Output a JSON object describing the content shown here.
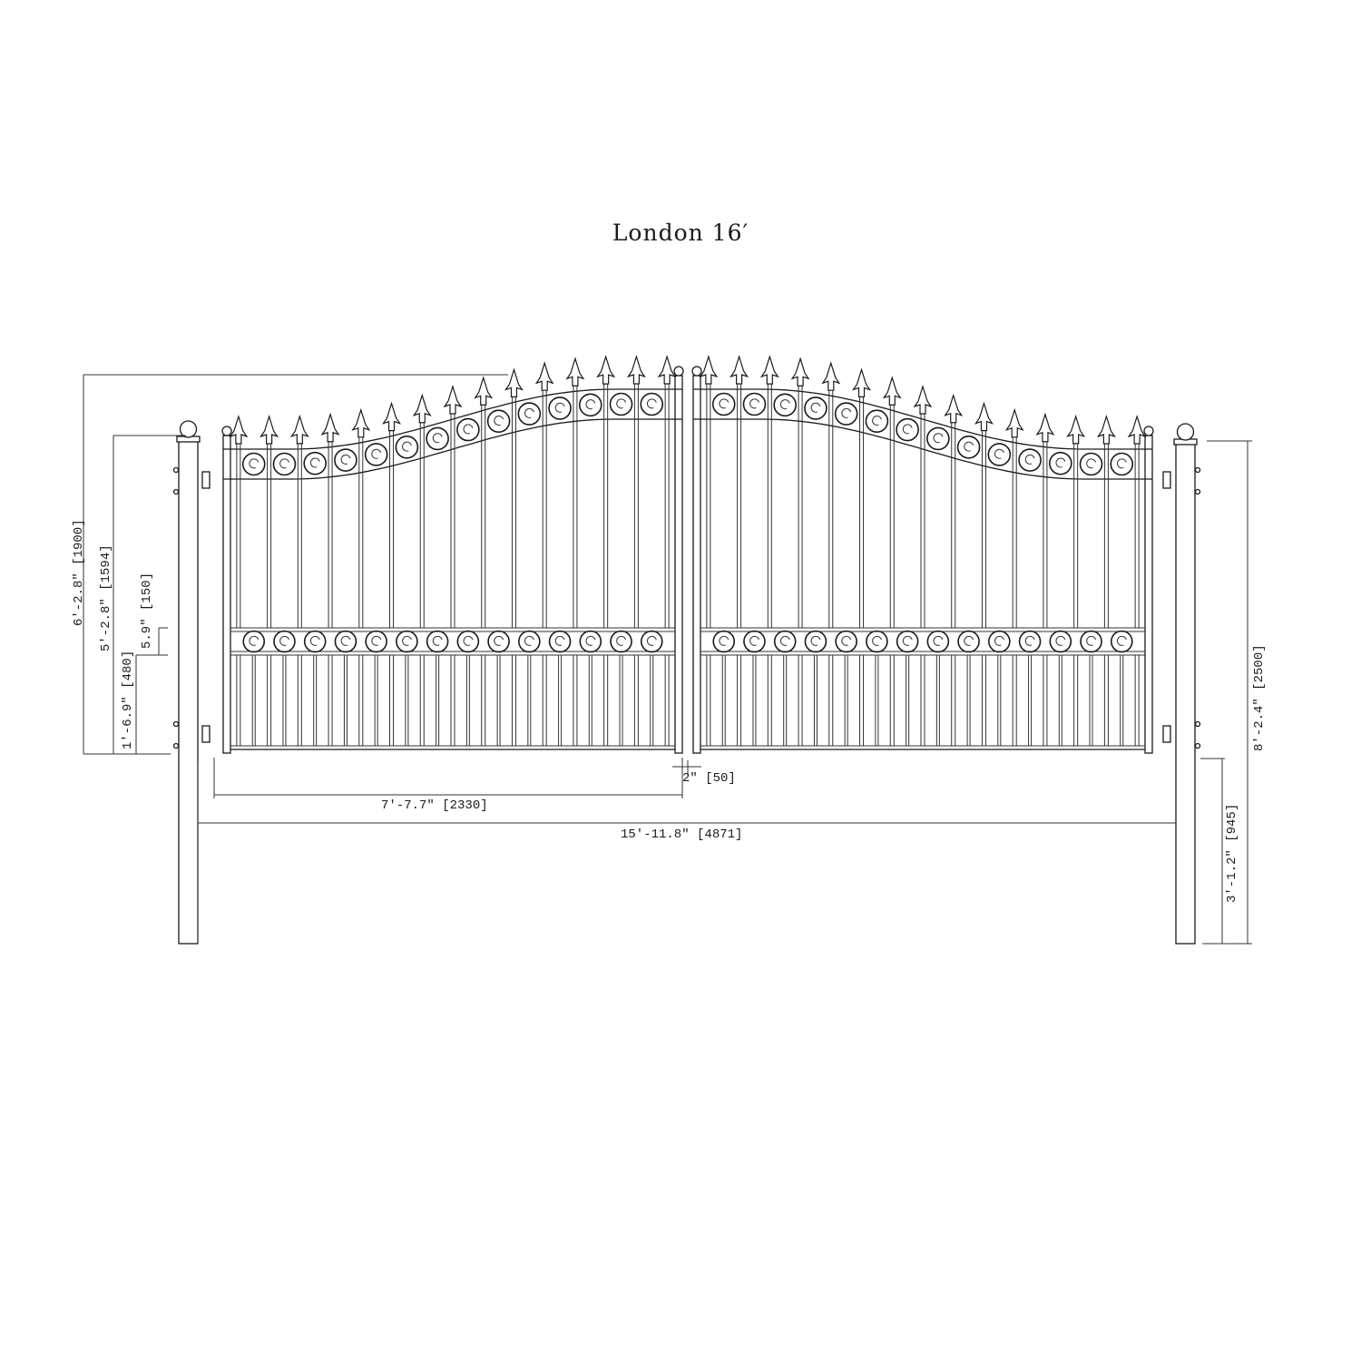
{
  "title": "London 16′",
  "dimensions": {
    "overall_height": {
      "imperial": "6′-2.8\"",
      "metric": "[1900]"
    },
    "gate_side_height": {
      "imperial": "5′-2.8\"",
      "metric": "[1594]"
    },
    "scroll_band_height": {
      "imperial": "5.9\"",
      "metric": "[150]"
    },
    "lower_section_height": {
      "imperial": "1′-6.9\"",
      "metric": "[480]"
    },
    "post_height": {
      "imperial": "8′-2.4\"",
      "metric": "[2500]"
    },
    "post_burial_depth": {
      "imperial": "3′-1.2\"",
      "metric": "[945]"
    },
    "center_gap": {
      "imperial": "2\"",
      "metric": "[50]"
    },
    "single_leaf_width": {
      "imperial": "7′-7.7\"",
      "metric": "[2330]"
    },
    "overall_width": {
      "imperial": "15′-11.8\"",
      "metric": "[4871]"
    }
  },
  "components": {
    "leaves": 2,
    "posts": 2,
    "hinges_per_post": 2,
    "pickets_per_leaf": 15,
    "top_scrolls_per_leaf": 14,
    "middle_scrolls_per_leaf": 14,
    "post_cap": "ball-finial",
    "picket_top": "fleur-de-lis-spear"
  },
  "colors": {
    "line": "#1a1a1a",
    "background": "#ffffff"
  }
}
